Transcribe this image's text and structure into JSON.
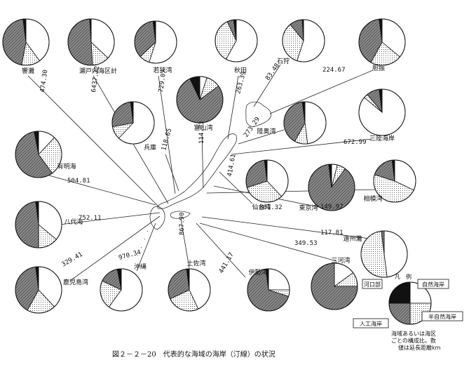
{
  "chart_data": {
    "type": "pie",
    "title": "図２－２－20　代表的な海域の海岸（汀線）の状況",
    "categories": [
      "自然海岸",
      "半自然海岸",
      "人工海岸",
      "河口部"
    ],
    "category_fills": [
      "white",
      "dots",
      "hatch",
      "black"
    ],
    "legend": {
      "title": "凡　例",
      "labels": [
        "河口部",
        "自然海岸",
        "半自然海岸",
        "人工海岸"
      ],
      "note_lines": [
        "海域あるいは海区",
        "ごとの構成比。数",
        "値は延長距離km"
      ]
    },
    "series": [
      {
        "name": "響灘",
        "total": "474.30",
        "values": [
          40,
          13,
          45,
          2
        ]
      },
      {
        "name": "瀬戸内海区計",
        "total": "6437.32",
        "values": [
          37,
          12,
          50,
          1
        ]
      },
      {
        "name": "若狭湾",
        "total": "729.07",
        "values": [
          55,
          8,
          35,
          2
        ]
      },
      {
        "name": "秋田",
        "total": "263.39",
        "values": [
          58,
          35,
          5,
          2
        ]
      },
      {
        "name": "石狩",
        "total": "83.48",
        "values": [
          55,
          34,
          10,
          1
        ]
      },
      {
        "name": "胆振",
        "total": "224.67",
        "values": [
          36,
          22,
          40,
          2
        ]
      },
      {
        "name": "兵庫",
        "total": "118.65",
        "values": [
          62,
          10,
          26,
          2
        ]
      },
      {
        "name": "富山湾",
        "total": "114.03",
        "values": [
          5,
          10,
          78,
          7
        ]
      },
      {
        "name": "陸奥湾",
        "total": "273.29",
        "values": [
          48,
          10,
          40,
          2
        ]
      },
      {
        "name": "三陸海岸",
        "total": "672.99",
        "values": [
          86,
          3,
          9,
          2
        ]
      },
      {
        "name": "有明海",
        "total": "504.81",
        "values": [
          12,
          28,
          57,
          3
        ]
      },
      {
        "name": "仙台湾",
        "total": "414.61",
        "values": [
          38,
          32,
          28,
          2
        ]
      },
      {
        "name": "東京湾",
        "total": "801.32",
        "values": [
          4,
          6,
          88,
          2
        ]
      },
      {
        "name": "相模湾",
        "total": "149.97",
        "values": [
          32,
          48,
          18,
          2
        ]
      },
      {
        "name": "八代海",
        "total": "752.11",
        "values": [
          36,
          14,
          48,
          2
        ]
      },
      {
        "name": "遠州灘",
        "total": "117.81",
        "values": [
          48,
          50,
          2,
          0
        ]
      },
      {
        "name": "三河湾",
        "total": "349.53",
        "values": [
          15,
          10,
          75,
          0
        ]
      },
      {
        "name": "鹿児島湾",
        "total": "329.41",
        "values": [
          38,
          20,
          40,
          2
        ]
      },
      {
        "name": "沖縄",
        "total": "970.34",
        "values": [
          60,
          22,
          15,
          3
        ]
      },
      {
        "name": "土佐湾",
        "total": "867.90",
        "values": [
          43,
          25,
          30,
          2
        ]
      },
      {
        "name": "伊勢湾",
        "total": "441.17",
        "values": [
          25,
          5,
          68,
          2
        ]
      }
    ]
  }
}
